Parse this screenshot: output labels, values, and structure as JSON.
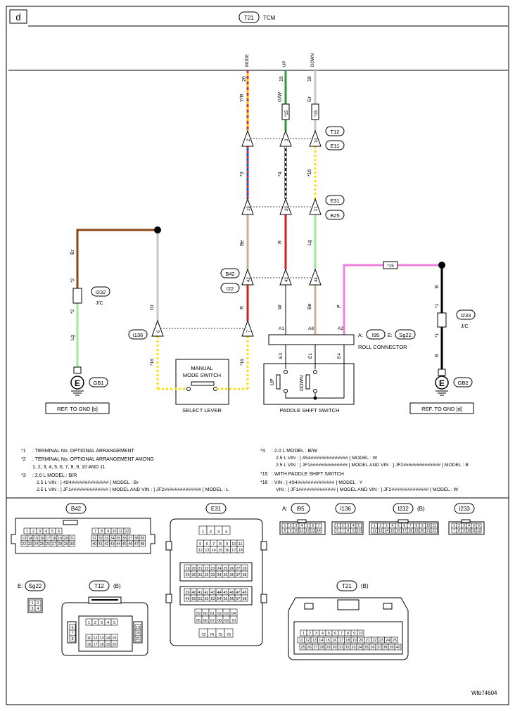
{
  "page_tag": "d",
  "tcm": {
    "connector": "T21",
    "name": "TCM"
  },
  "wires": {
    "mode": {
      "pin": "20",
      "signal": "MODE",
      "color_code": "Y/R",
      "note": "*3",
      "c1": "#f5c400",
      "c2": "#d03030"
    },
    "up": {
      "pin": "19",
      "signal": "UP",
      "color_code": "G/W",
      "note": "*4",
      "c1": "#2e9a3e",
      "c2": "#ffffff"
    },
    "down": {
      "pin": "18",
      "signal": "DOWN",
      "color_code": "Gr",
      "note": "*16",
      "c1": "#c8c8c8"
    }
  },
  "conn_a": {
    "top": "T12",
    "bottom": "E11",
    "pins": [
      "2",
      "3",
      "10"
    ]
  },
  "conn_b": {
    "top": "E31",
    "bottom": "B25",
    "pins": [
      "19",
      "20",
      "21"
    ]
  },
  "conn_c": {
    "top": "B42",
    "bottom": "I22",
    "pins": [
      "42",
      "43",
      "44"
    ]
  },
  "note15": "*15",
  "mid_colors": [
    "Be",
    "R",
    "Lg"
  ],
  "low_colors": [
    "R",
    "W",
    "Be",
    "P"
  ],
  "paddle_pins_top": [
    "A1",
    "A8",
    "A2"
  ],
  "paddle_pins_bottom": [
    "E3",
    "E1",
    "E4"
  ],
  "paddle_switch": {
    "up": "UP",
    "down": "DOWN",
    "label": "PADDLE SHIFT SWITCH"
  },
  "roll_connector": {
    "a_prefix": "A:",
    "a": "I95",
    "e_prefix": "E:",
    "e": "Sg22",
    "label": "ROLL CONNECTOR"
  },
  "select_lever": {
    "line1": "MANUAL",
    "line2": "MODE SWITCH",
    "label": "SELECT LEVER",
    "pins": [
      "6",
      "7"
    ],
    "connector": "I136"
  },
  "left_ground": {
    "color_top": "Br",
    "color_bottom": "Lg",
    "gray": "Gr",
    "note": "*2",
    "jc": "I232",
    "jc_label": "J/C",
    "ground": "GB1",
    "ref": "REF. TO GND [b]"
  },
  "right_ground": {
    "color": "B",
    "note": "*1",
    "jc": "I233",
    "jc_label": "J/C",
    "ground": "GB2",
    "ref": "REF. TO GND [d]"
  },
  "notes": {
    "n1": [
      "*1",
      ": TERMINAL No. OPTIONAL ARRANGEMENT"
    ],
    "n2": [
      "*2",
      ": TERMINAL No. OPTIONAL ARRANGEMENT AMONG",
      "1, 2, 3, 4, 5, 6, 7, 8, 9, 10 AND 11"
    ],
    "n3": [
      "*3",
      ": 2.0 L MODEL : B/R",
      "2.5 L VIN : ] 4S4############## [ MODEL : Br",
      "2.5 L VIN : ] JF1############## [ MODEL AND VIN : ] JF2############## [ MODEL : L"
    ],
    "n4": [
      "*4",
      ": 2.0 L MODEL : B/W",
      "2.5 L VIN : ] 4S4############## [ MODEL : W",
      "2.5 L VIN : ] JF1############## [ MODEL AND VIN : ] JF2############## [ MODEL : B"
    ],
    "n15": [
      "*15",
      ": WITH PADDLE SHIFT SWITCH"
    ],
    "n16": [
      "*16",
      ": VIN : ] 4S4############## [ MODEL : Y",
      "VIN : ] JF1############## [ MODEL AND VIN : ] JF2############## [ MODEL : W"
    ]
  },
  "connectors": {
    "b42": "B42",
    "e31": "E31",
    "i95_prefix": "A:",
    "i95": "I95",
    "i136": "I136",
    "i232": "I232",
    "i232_suffix": "(B)",
    "i233": "I233",
    "sg22_prefix": "E:",
    "sg22": "Sg22",
    "t12": "T12",
    "t12_suffix": "(B)",
    "t21": "T21",
    "t21_suffix": "(B)"
  },
  "figure_code": "WIb74604"
}
